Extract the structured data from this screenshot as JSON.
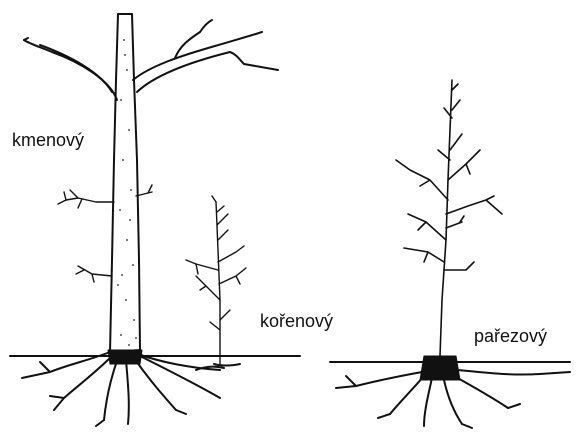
{
  "labels": {
    "trunk_sprout": "kmenový",
    "root_sprout": "kořenový",
    "stump_sprout": "pařezový"
  },
  "colors": {
    "ink": "#111111",
    "paper": "#ffffff"
  }
}
